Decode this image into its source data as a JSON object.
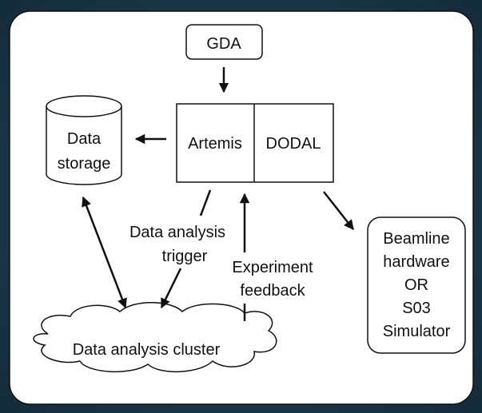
{
  "diagram": {
    "gda": "GDA",
    "artemis": "Artemis",
    "dodal": "DODAL",
    "data_storage": [
      "Data",
      "storage"
    ],
    "beamline": [
      "Beamline",
      "hardware",
      "OR",
      "S03",
      "Simulator"
    ],
    "cluster": "Data analysis cluster",
    "trigger_label": [
      "Data analysis",
      "trigger"
    ],
    "feedback_label": [
      "Experiment",
      "feedback"
    ]
  }
}
